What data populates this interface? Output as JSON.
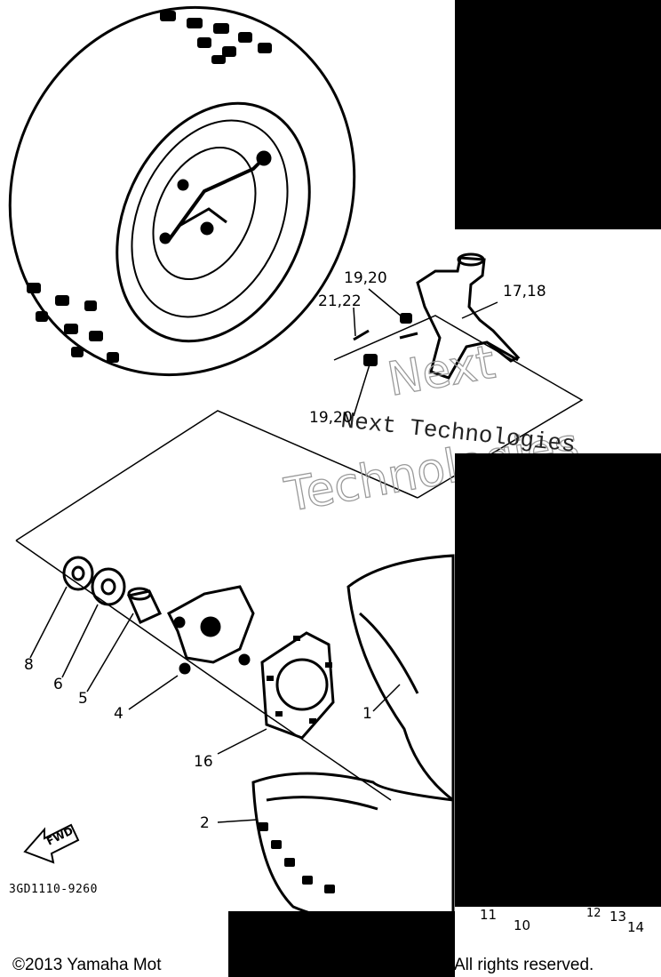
{
  "diagram": {
    "callouts": {
      "c19_20_top": "19,20",
      "c21_22": "21,22",
      "c17_18": "17,18",
      "c19_20_bottom": "19,20",
      "c8": "8",
      "c6": "6",
      "c5": "5",
      "c4": "4",
      "c16": "16",
      "c1": "1",
      "c2": "2",
      "c11": "11",
      "c10": "10",
      "c12": "12",
      "c13": "13",
      "c14": "14"
    },
    "fwd_label": "FWD",
    "diagram_code": "3GD1110-9260",
    "watermark": {
      "line1": "Next Technologies",
      "line2": "Next",
      "line3": "Technologies"
    }
  },
  "footer": {
    "copyright_left": "©2013 Yamaha Mot",
    "copyright_right": "All rights reserved."
  },
  "colors": {
    "ink": "#000000",
    "paper": "#ffffff",
    "watermark": "#9a9a9a",
    "redaction": "#000000"
  }
}
